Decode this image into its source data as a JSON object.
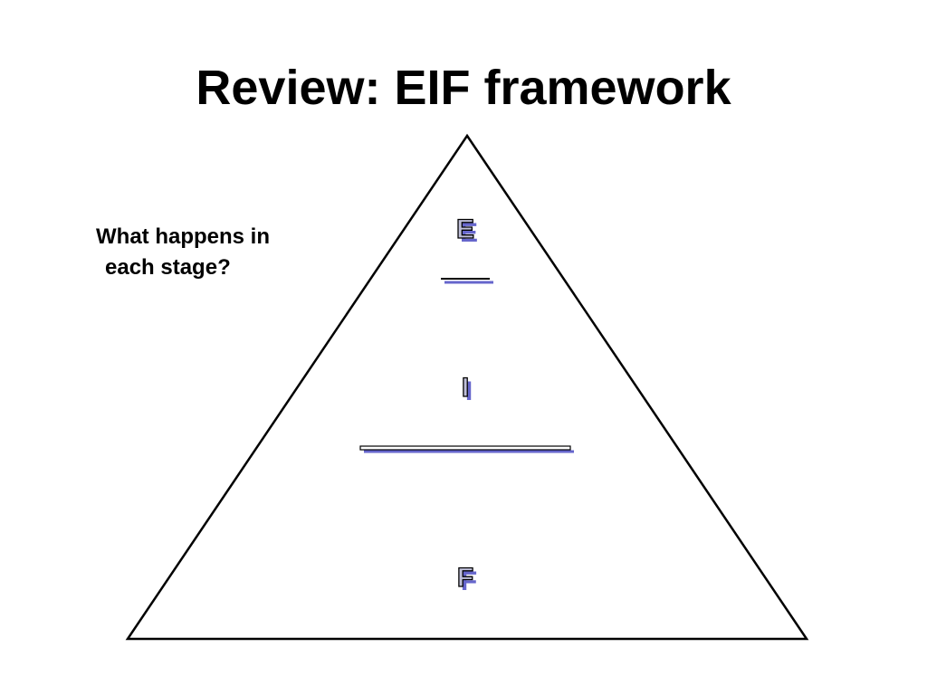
{
  "slide": {
    "title": "Review: EIF framework",
    "question_line1": "What happens in",
    "question_line2": "each stage?"
  },
  "pyramid": {
    "stages": [
      {
        "letter": "E"
      },
      {
        "letter": "I"
      },
      {
        "letter": "F"
      }
    ],
    "colors": {
      "outline": "#000000",
      "letter_fill": "#bfbfd9",
      "shadow": "#6666cc"
    }
  }
}
